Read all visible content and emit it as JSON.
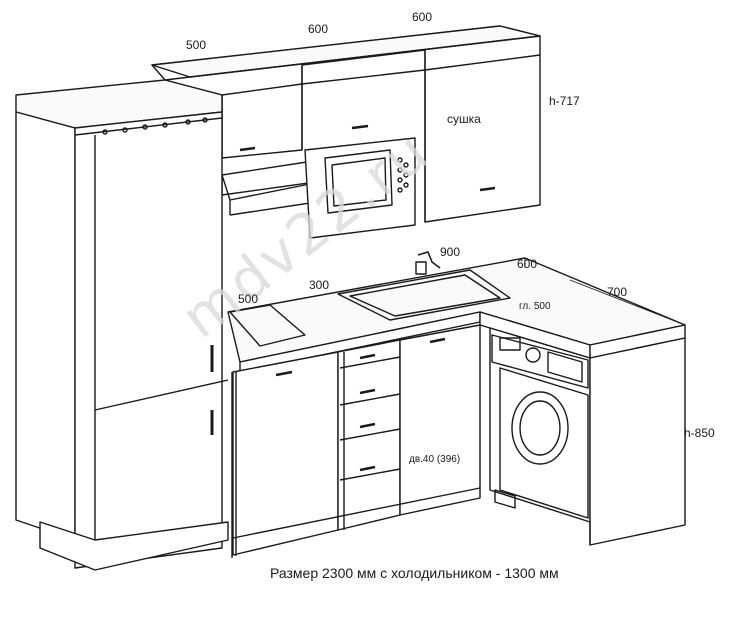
{
  "dimensions": {
    "upper_left_width": "500",
    "upper_mid_width": "600",
    "upper_right_width": "600",
    "upper_height": "h-717",
    "dryer_label": "сушка",
    "sink_width": "900",
    "corner_depth": "600",
    "side_width": "700",
    "hob_width": "500",
    "drawers_width": "300",
    "washer_depth": "гл. 500",
    "door_cabinet": "дв.40 (396)",
    "base_height": "h-850"
  },
  "caption": "Размер 2300 мм с холодильником - 1300 мм",
  "watermark": "mdv22.ru"
}
